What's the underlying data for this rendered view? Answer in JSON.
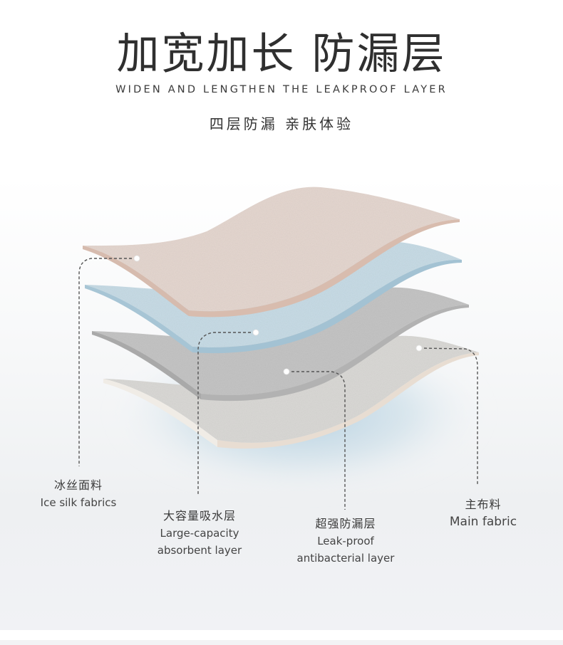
{
  "header": {
    "title": "加宽加长 防漏层",
    "subtitle_en": "WIDEN AND LENGTHEN THE LEAKPROOF LAYER",
    "subtitle_cn": "四层防漏 亲肤体验"
  },
  "layers": [
    {
      "id": "ice-silk",
      "color": "#e3d4cd",
      "edge": "#d9bfb3",
      "cn": "冰丝面料",
      "en": [
        "Ice silk fabrics"
      ]
    },
    {
      "id": "absorbent",
      "color": "#c5d9e3",
      "edge": "#a9c6d6",
      "cn": "大容量吸水层",
      "en": [
        "Large-capacity",
        "absorbent layer"
      ]
    },
    {
      "id": "leak-proof",
      "color": "#c3c3c3",
      "edge": "#a8a8a8",
      "cn": "超强防漏层",
      "en": [
        "Leak-proof",
        "antibacterial layer"
      ]
    },
    {
      "id": "main-fabric",
      "color": "#d8d7d4",
      "edge": "#e6dcd2",
      "cn": "主布料",
      "en": [
        "Main fabric"
      ]
    }
  ],
  "colors": {
    "text": "#333333",
    "leader": "#555555",
    "shadow": "#b9d3e2"
  }
}
